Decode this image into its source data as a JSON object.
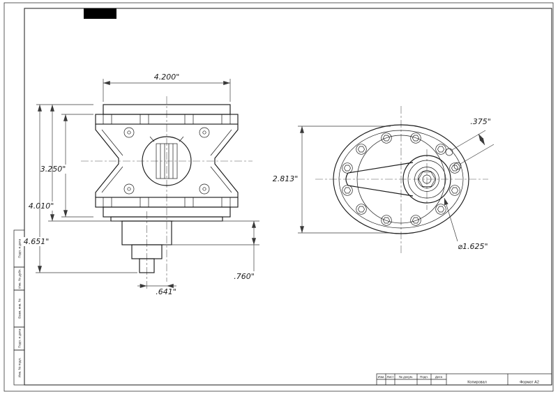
{
  "sheet": {
    "ink": "#1a1a1a",
    "margin_stamps": [
      "Подп. и дата",
      "Инв. № дубл.",
      "Взам. инв. №",
      "Подп. и дата",
      "Инв. № подл."
    ],
    "title_block": {
      "headers": [
        "Изм.",
        "Лист",
        "№ докум.",
        "Подп.",
        "Дата"
      ],
      "copied_label": "Копировал",
      "format_label": "Формат А2"
    }
  },
  "side_view": {
    "dim_width": "4.200\"",
    "dim_body_height": "3.250\"",
    "dim_flange_height": "4.010\"",
    "dim_overall_height": "4.651\"",
    "dim_outlet_offset": ".641\"",
    "dim_regulator_height": ".760\""
  },
  "end_view": {
    "dim_height": "2.813\"",
    "dim_port_width": ".375\"",
    "dim_hub_diameter": "⌀1.625\""
  }
}
